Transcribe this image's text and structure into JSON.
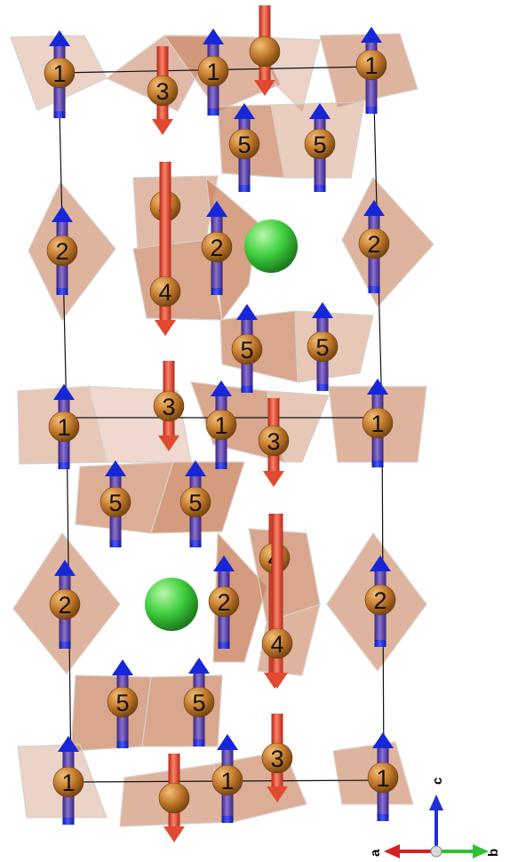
{
  "structure": {
    "atom_color": "#c47a2c",
    "spin_up_color": "#5b3fa8",
    "spin_up_tip_color": "#1727d8",
    "spin_down_color": "#e04a30",
    "polyhedron_color": "#c9825e",
    "cell_edge_color": "#111111",
    "large_atom_color": "#3fcf3f",
    "site_labels": [
      "1",
      "2",
      "3",
      "4",
      "5"
    ]
  },
  "axes": {
    "a_label": "a",
    "b_label": "b",
    "c_label": "c",
    "a_color": "#d62020",
    "b_color": "#2fc22f",
    "c_color": "#2030d8"
  }
}
